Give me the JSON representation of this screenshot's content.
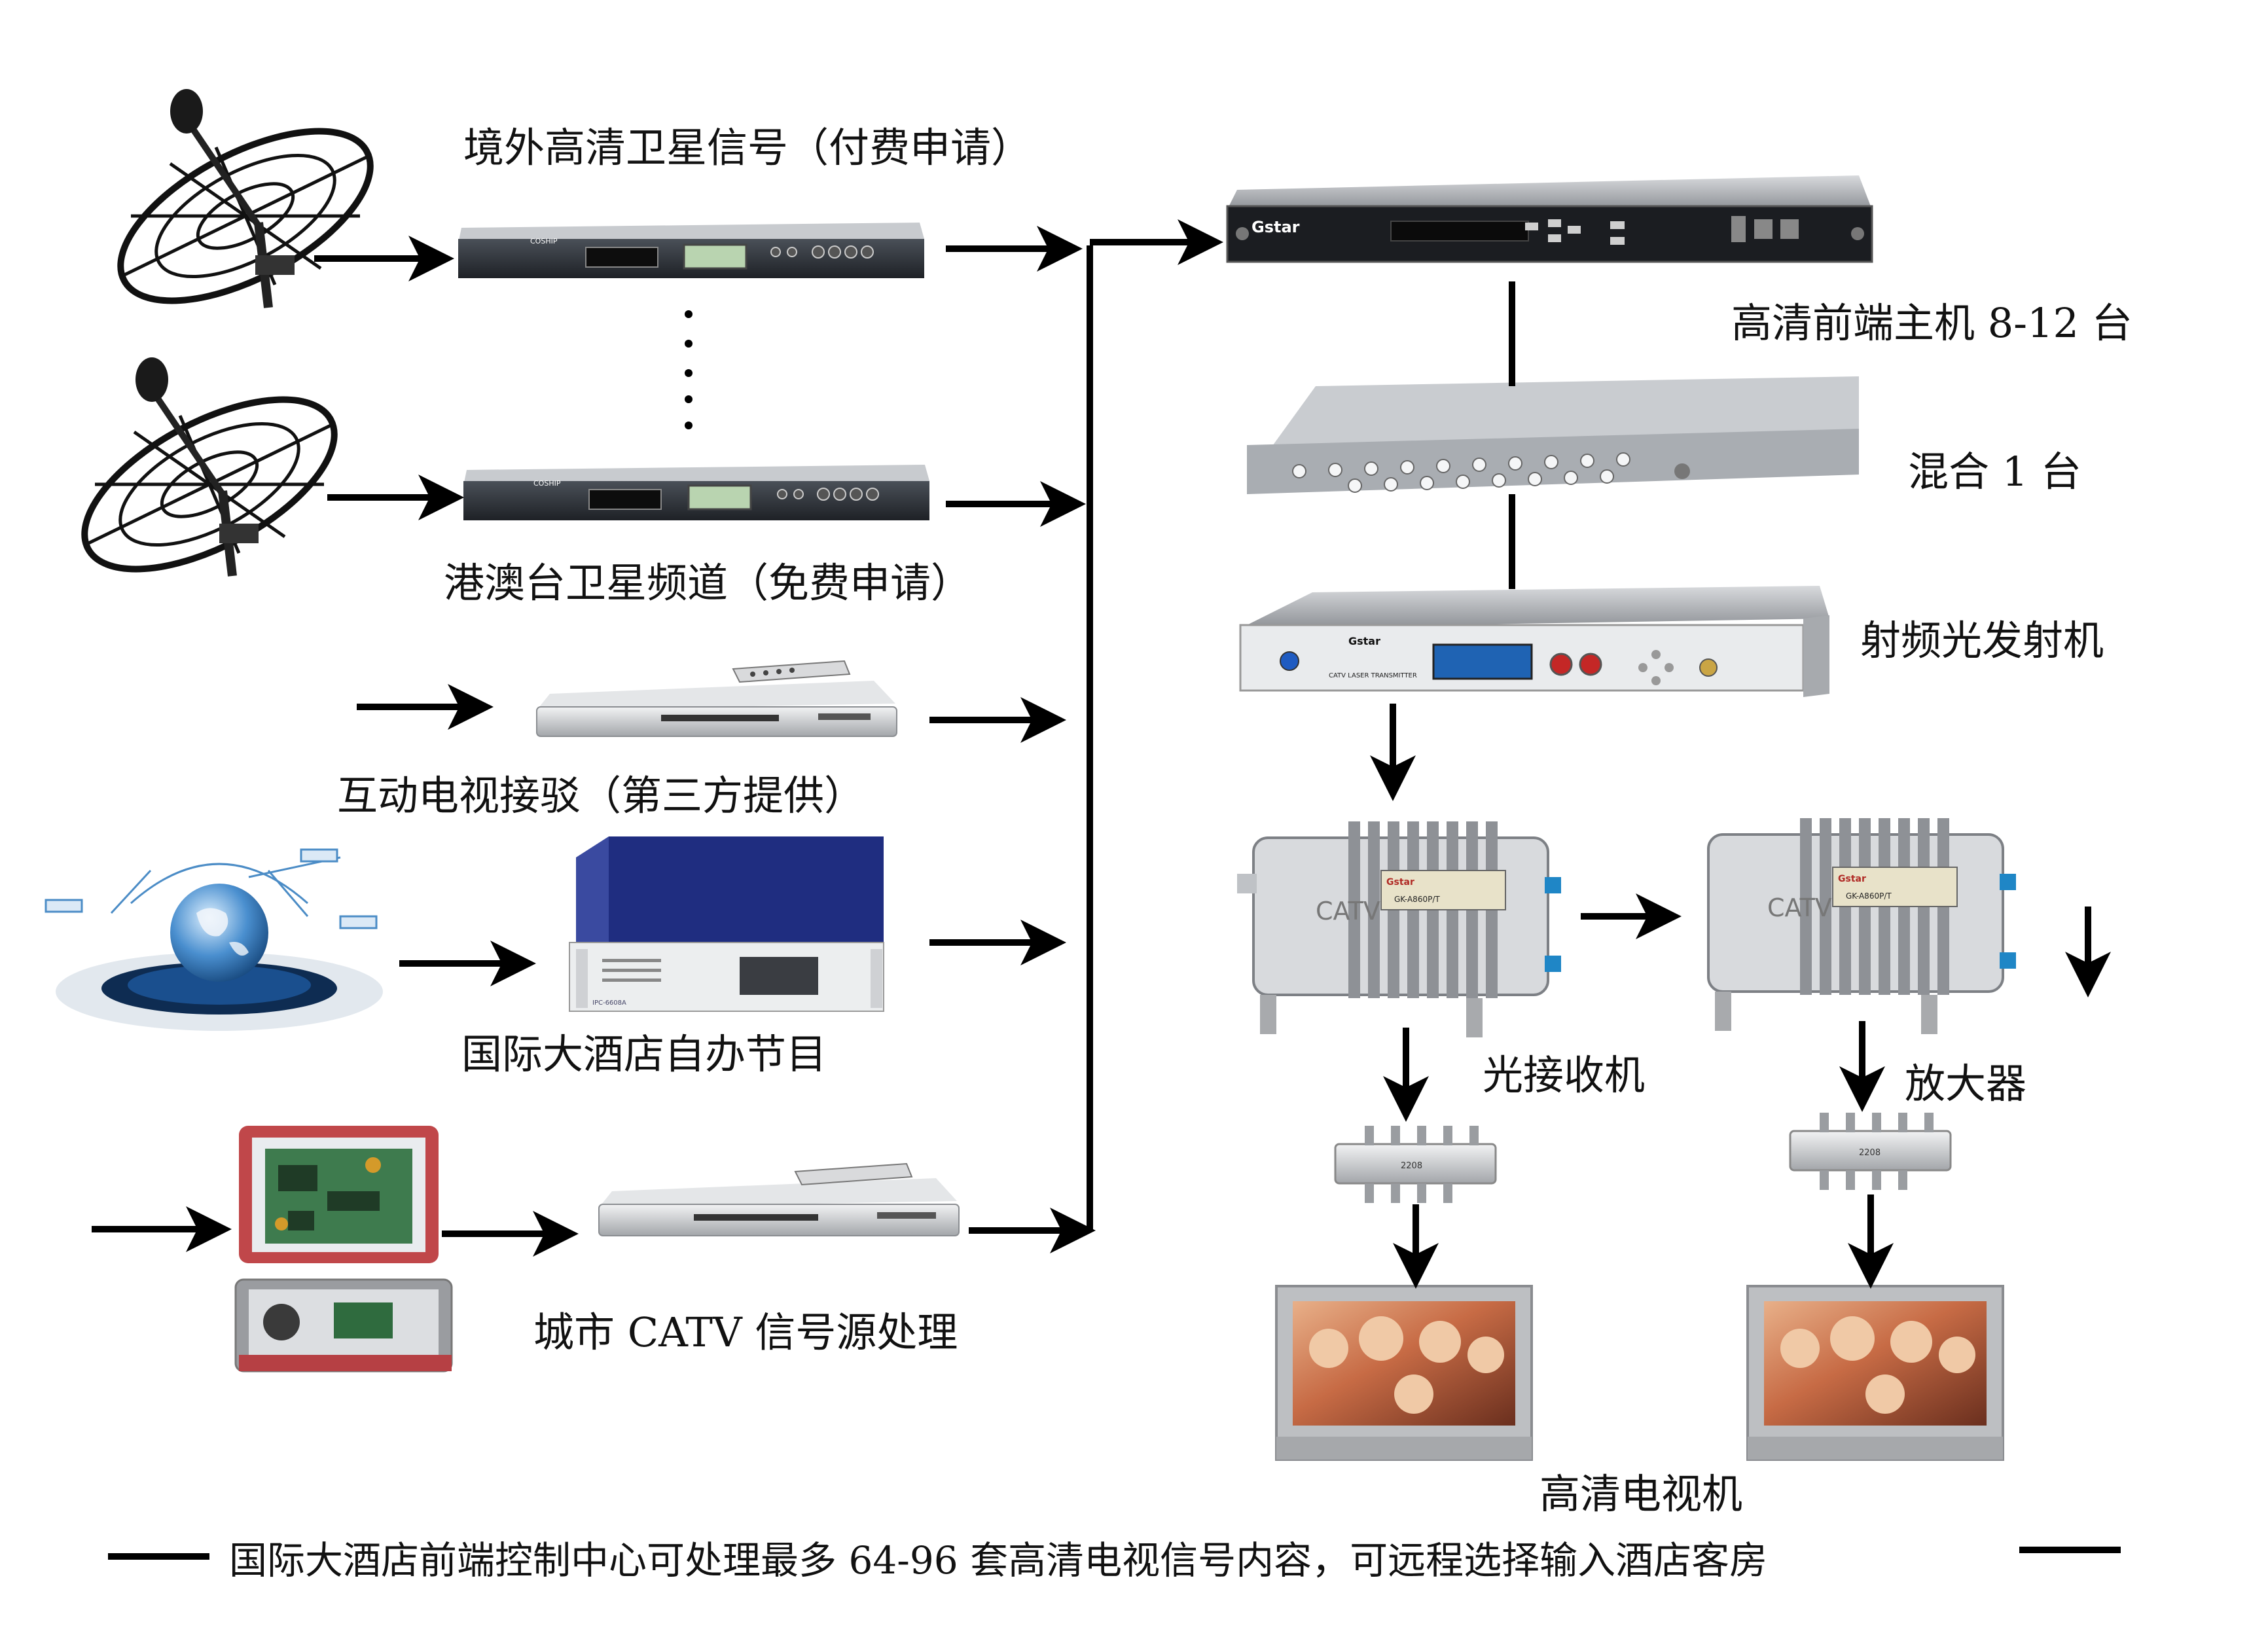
{
  "labels": {
    "overseas_hd_satellite": "境外高清卫星信号（付费申请）",
    "hk_macau_satellite": "港澳台卫星频道（免费申请）",
    "interactive_tv": "互动电视接驳（第三方提供）",
    "hotel_own_programs": "国际大酒店自办节目",
    "city_catv": "城市 CATV 信号源处理",
    "hd_headend_host": "高清前端主机 8-12 台",
    "mixer": "混合 1 台",
    "rf_optical_transmitter": "射频光发射机",
    "optical_receiver": "光接收机",
    "amplifier": "放大器",
    "hd_tv": "高清电视机",
    "footer": "国际大酒店前端控制中心可处理最多 64-96 套高清电视信号内容，可远程选择输入酒店客房"
  },
  "device_text": {
    "coship": "COSHIP",
    "gstar": "Gstar",
    "catv": "CATV",
    "gk_model": "GK-A860P/T",
    "laser": "CATV LASER TRANSMITTER",
    "ipc": "IPC-6608A",
    "splitter_model": "2208"
  },
  "colors": {
    "arrow": "#000000",
    "server_blue": "#2f3f97",
    "device_dark": "#2b2f36",
    "amp_gray": "#a8aaad",
    "tv_silver": "#b9bbbe",
    "connector_blue": "#1f86c6"
  }
}
